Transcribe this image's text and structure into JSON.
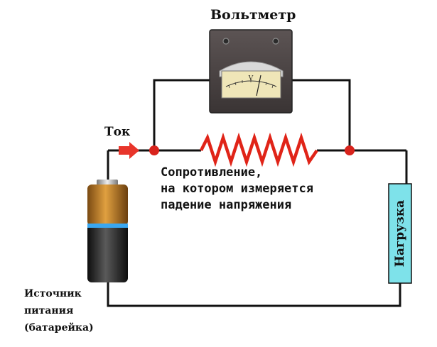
{
  "voltmeter": {
    "title": "Вольтметр",
    "dial_unit": "V"
  },
  "current": {
    "label": "Ток"
  },
  "resistor": {
    "caption_lines": [
      "Сопротивление,",
      "на котором измеряется",
      "падение напряжения"
    ]
  },
  "source": {
    "caption_lines": [
      "Источник",
      "питания",
      "(батарейка)"
    ]
  },
  "load": {
    "label": "Нагрузка"
  },
  "colors": {
    "wire": "#111111",
    "resistor": "#e02418",
    "node": "#d8231c",
    "arrow": "#e8352b",
    "meter_body": "#4a4444",
    "meter_face": "#efe6b8",
    "load_fill": "#7ee2ea",
    "battery_top": "#b8741f",
    "battery_body": "#2a2a2a",
    "battery_band": "#3aa7f0"
  }
}
